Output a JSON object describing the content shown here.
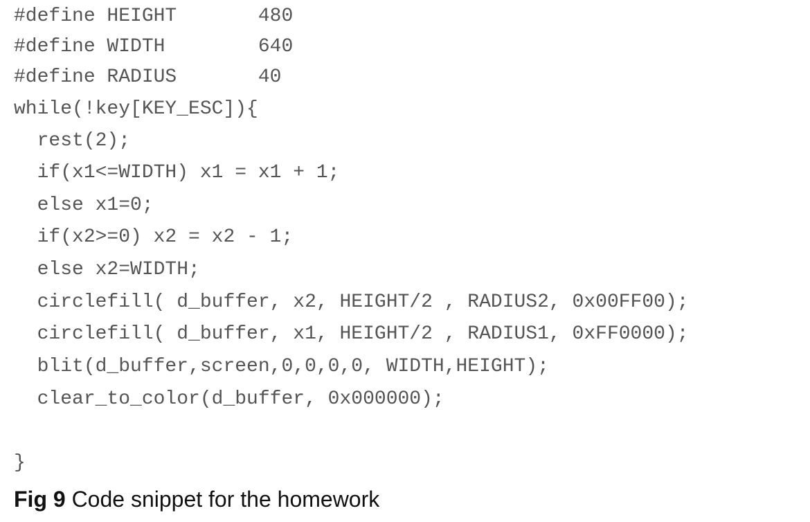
{
  "code": {
    "lines": [
      "#define HEIGHT       480",
      "#define WIDTH        640",
      "#define RADIUS       40",
      "while(!key[KEY_ESC]){",
      "  rest(2);",
      "  if(x1<=WIDTH) x1 = x1 + 1;",
      "  else x1=0;",
      "  if(x2>=0) x2 = x2 - 1;",
      "  else x2=WIDTH;",
      "  circlefill( d_buffer, x2, HEIGHT/2 , RADIUS2, 0x00FF00);",
      "  circlefill( d_buffer, x1, HEIGHT/2 , RADIUS1, 0xFF0000);",
      "  blit(d_buffer,screen,0,0,0,0, WIDTH,HEIGHT);",
      "  clear_to_color(d_buffer, 0x000000);",
      "",
      "}"
    ]
  },
  "caption": {
    "label": "Fig 9",
    "text": "Code snippet for the homework"
  }
}
